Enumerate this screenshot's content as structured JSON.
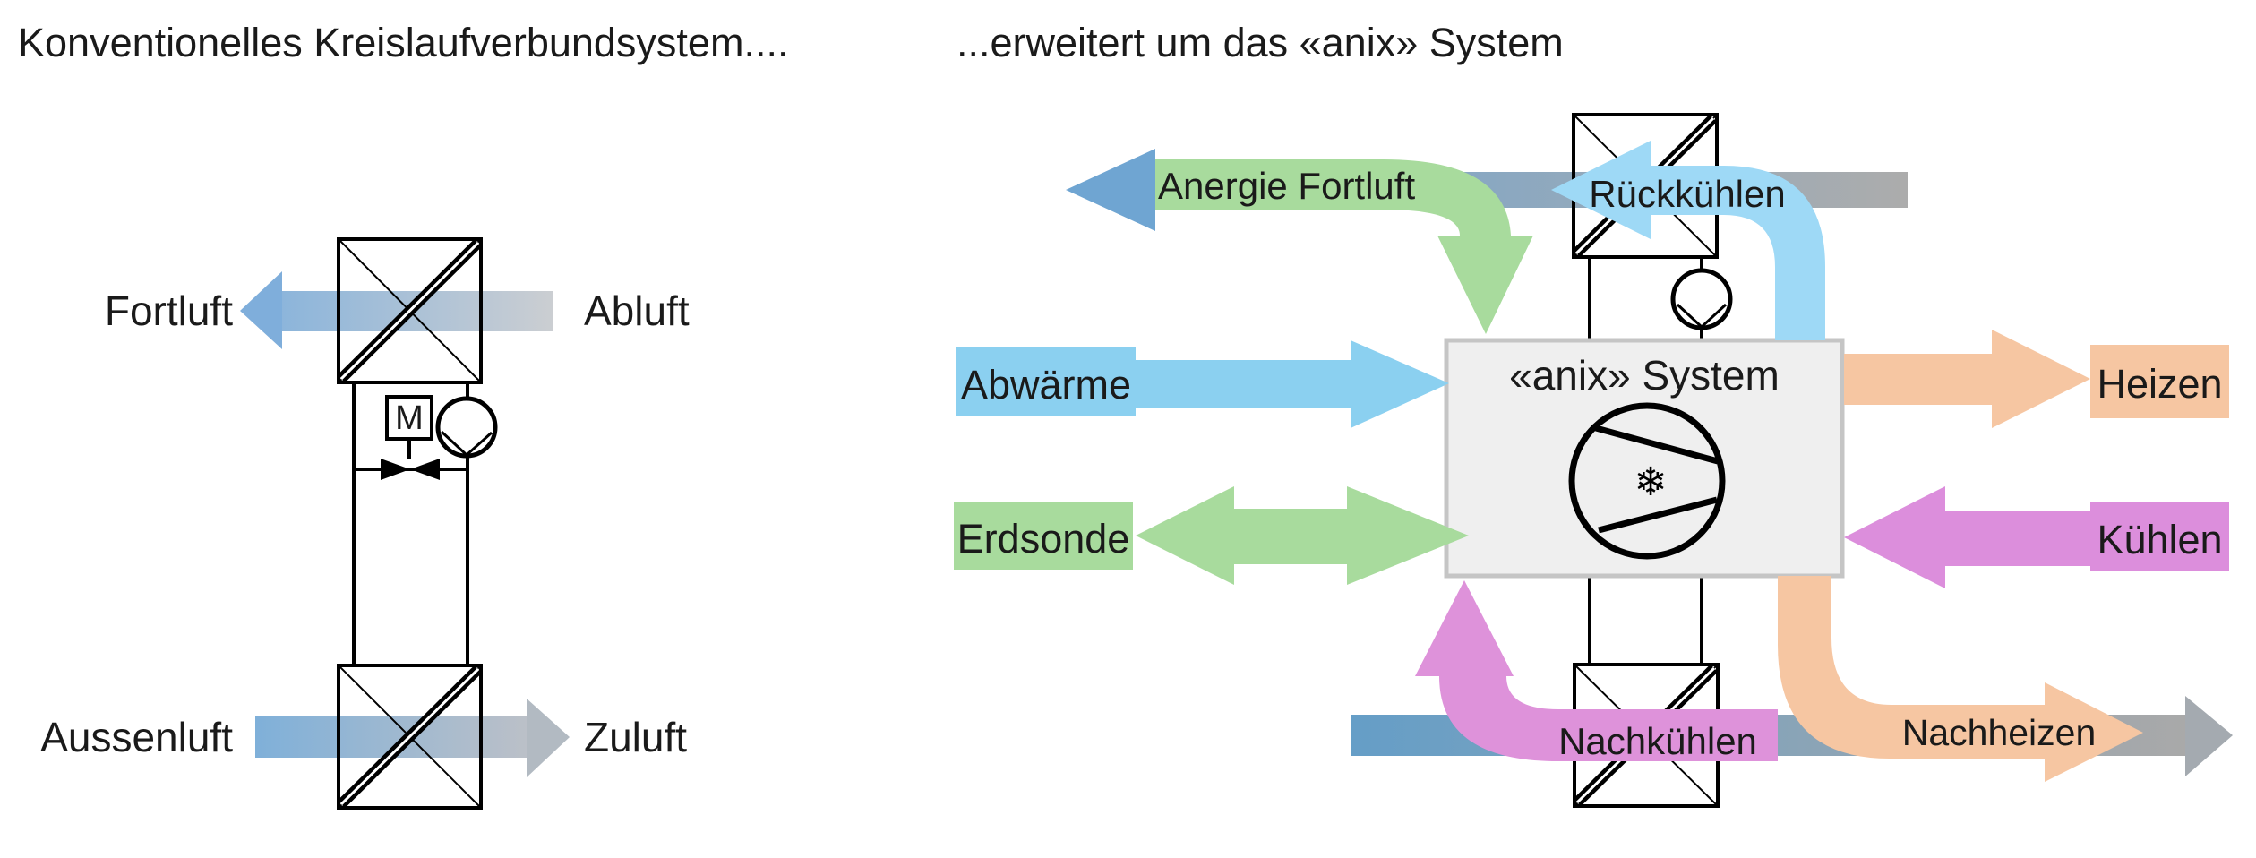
{
  "left_diagram": {
    "title": "Konventionelles Kreislaufverbundsystem....",
    "labels": {
      "fortluft": "Fortluft",
      "abluft": "Abluft",
      "aussenluft": "Aussenluft",
      "zuluft": "Zuluft",
      "motor": "M"
    }
  },
  "right_diagram": {
    "title": "...erweitert um das «anix» System",
    "system_box": {
      "title": "«anix» System",
      "snowflake_icon": "❄"
    },
    "arrows": {
      "anergie_fortluft": "Anergie Fortluft",
      "rueckkuehlen": "Rückkühlen",
      "abwaerme": "Abwärme",
      "erdsonde": "Erdsonde",
      "heizen": "Heizen",
      "kuehlen": "Kühlen",
      "nachkuehlen": "Nachkühlen",
      "nachheizen": "Nachheizen"
    }
  },
  "colors": {
    "text": "#1A1A1A",
    "steel-blue": "#6FA5D2",
    "steel-fade": "#ACACAC",
    "bottom-steel": "#659EC7",
    "bottom-fade": "#A9A9A9",
    "bottom-head": "#A4AAB0",
    "band-left-blue": "#8CB5DB",
    "band-left-fade": "#CBCED2",
    "band-left-blue2": "#7FB0D9",
    "band-left-fade2": "#BBC0C8",
    "head-left-top": "#7FAEDB",
    "head-left-bottom": "#B2BAC2",
    "light-blue": "#9ED9F6",
    "sky-blue": "#8BD0F0",
    "green": "#A8DB9D",
    "magenta": "#DC8EDC",
    "magenta2": "#DE92DA",
    "orange": "#F6C6A2",
    "anix-fill": "#EFEFEF",
    "anix-border": "#C5C5C5"
  }
}
